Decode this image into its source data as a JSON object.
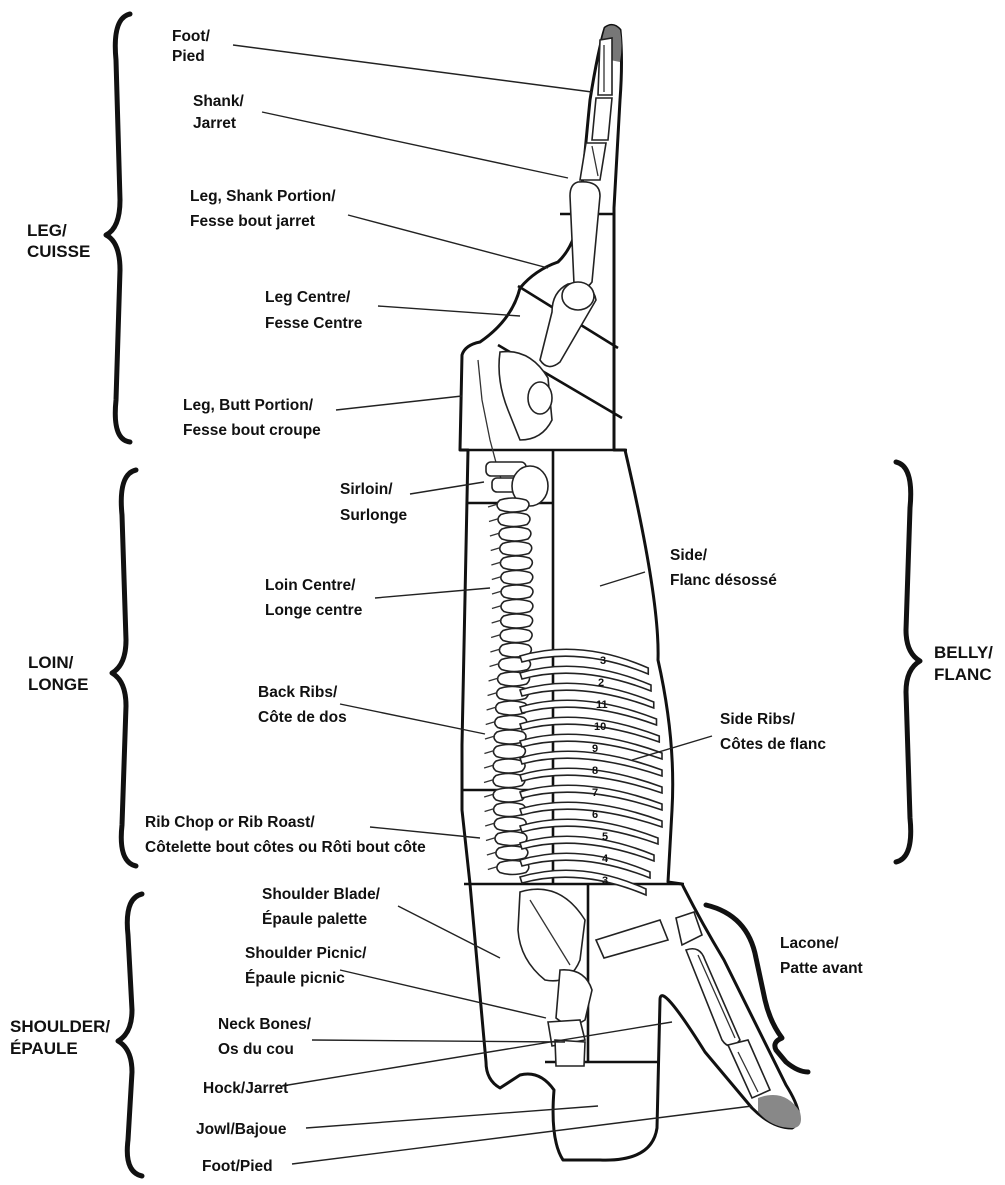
{
  "colors": {
    "ink": "#111111",
    "background": "#ffffff",
    "hoof": "#777777"
  },
  "groups": {
    "leg": [
      "LEG/",
      "CUISSE"
    ],
    "loin": [
      "LOIN/",
      "LONGE"
    ],
    "shoulder": [
      "SHOULDER/",
      "ÉPAULE"
    ],
    "belly": [
      "BELLY/",
      "FLANC"
    ]
  },
  "labels": {
    "foot_top": [
      "Foot/",
      "Pied"
    ],
    "shank": [
      "Shank/",
      "Jarret"
    ],
    "leg_shank_portion": [
      "Leg, Shank Portion/",
      "Fesse bout jarret"
    ],
    "leg_centre": [
      "Leg Centre/",
      "Fesse Centre"
    ],
    "leg_butt_portion": [
      "Leg, Butt Portion/",
      "Fesse bout croupe"
    ],
    "sirloin": [
      "Sirloin/",
      "Surlonge"
    ],
    "loin_centre": [
      "Loin Centre/",
      "Longe centre"
    ],
    "back_ribs": [
      "Back Ribs/",
      "Côte de dos"
    ],
    "rib_chop": [
      "Rib Chop or Rib Roast/",
      "Côtelette bout côtes ou Rôti bout côte"
    ],
    "shoulder_blade": [
      "Shoulder Blade/",
      "Épaule palette"
    ],
    "shoulder_picnic": [
      "Shoulder Picnic/",
      "Épaule picnic"
    ],
    "neck_bones": [
      "Neck Bones/",
      "Os du cou"
    ],
    "hock": "Hock/Jarret",
    "jowl": "Jowl/Bajoue",
    "foot_bottom": "Foot/Pied",
    "side": [
      "Side/",
      "Flanc désossé"
    ],
    "side_ribs": [
      "Side Ribs/",
      "Côtes de flanc"
    ],
    "lacone": [
      "Lacone/",
      "Patte avant"
    ]
  },
  "rib_numbers": [
    "3",
    "2",
    "11",
    "10",
    "9",
    "8",
    "7",
    "6",
    "5",
    "4",
    "3"
  ]
}
